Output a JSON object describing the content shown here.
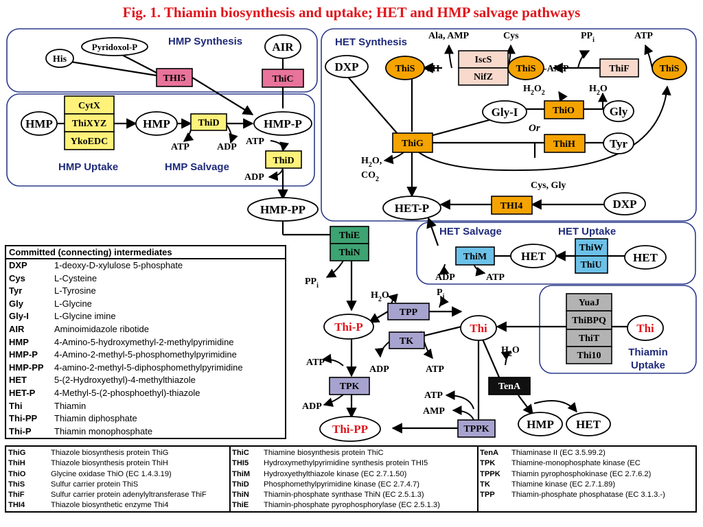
{
  "title": "Fig. 1. Thiamin biosynthesis and uptake; HET and HMP salvage pathways",
  "regions": {
    "hmp_synthesis": "HMP Synthesis",
    "het_synthesis": "HET Synthesis",
    "hmp_uptake": "HMP Uptake",
    "hmp_salvage": "HMP Salvage",
    "het_salvage": "HET Salvage",
    "het_uptake": "HET Uptake",
    "thiamin_uptake_1": "Thiamin",
    "thiamin_uptake_2": "Uptake"
  },
  "metabolites": {
    "his": "His",
    "pyridoxol_p": "Pyridoxol-P",
    "air": "AIR",
    "hmp_ext": "HMP",
    "hmp": "HMP",
    "hmp_p": "HMP-P",
    "hmp_pp": "HMP-PP",
    "dxp": "DXP",
    "dxp2": "DXP",
    "gly_i": "Gly-I",
    "gly": "Gly",
    "tyr": "Tyr",
    "het_p": "HET-P",
    "het": "HET",
    "het_ext": "HET",
    "thi_p": "Thi-P",
    "thi": "Thi",
    "thi_ext": "Thi",
    "thi_pp": "Thi-PP",
    "hmp_out": "HMP",
    "het_out": "HET"
  },
  "enzymes": {
    "thi5": "THI5",
    "thic": "ThiC",
    "cytx": "CytX",
    "thixyz": "ThiXYZ",
    "ykoedc": "YkoEDC",
    "thid1": "ThiD",
    "thid2": "ThiD",
    "iscs": "IscS",
    "nifz": "NifZ",
    "this1": "ThiS",
    "this2": "ThiS",
    "this3": "ThiS",
    "thif": "ThiF",
    "thio": "ThiO",
    "thih": "ThiH",
    "thig": "ThiG",
    "thi4": "THI4",
    "thie": "ThiE",
    "thin": "ThiN",
    "thim": "ThiM",
    "thiw": "ThiW",
    "thiu": "ThiU",
    "yuaj": "YuaJ",
    "thibpq": "ThiBPQ",
    "thit": "ThiT",
    "thi10": "Thi10",
    "tpp": "TPP",
    "tk": "TK",
    "tpk": "TPK",
    "tppk": "TPPK",
    "tena": "TenA"
  },
  "labels": {
    "ala_amp": "Ala, AMP",
    "cys": "Cys",
    "pp_i": "PP",
    "atp_thif": "ATP",
    "sh": "-SH",
    "amp": "-AMP",
    "h2o2": "H",
    "h2o2_2": "2",
    "h2o2_o": "O",
    "h2o2_3": "2",
    "h2o_gly": "H",
    "h2o_gly_2": "2",
    "h2o_gly_o": "O",
    "or": "Or",
    "h2o_co2_a": "H",
    "h2o_co2_b": "2",
    "h2o_co2_c": "O,",
    "co2_a": "CO",
    "co2_b": "2",
    "cys_gly": "Cys, Gly",
    "atp1": "ATP",
    "adp1": "ADP",
    "atp2": "ATP",
    "adp2": "ADP",
    "ppi_thie": "PP",
    "i_sub": "i",
    "adp_thim": "ADP",
    "atp_thim": "ATP",
    "h2o_tpp_a": "H",
    "h2o_tpp_b": "2",
    "h2o_tpp_c": "O",
    "pi_tpp": "P",
    "adp_tk": "ADP",
    "atp_tk": "ATP",
    "atp_tpk": "ATP",
    "adp_tpk": "ADP",
    "atp_tppk": "ATP",
    "amp_tppk": "AMP",
    "h2o_tena_a": "H",
    "h2o_tena_b": "2",
    "h2o_tena_c": "O"
  },
  "committed": {
    "header": "Committed (connecting) intermediates",
    "rows": [
      {
        "abbr": "DXP",
        "name": "1-deoxy-D-xylulose 5-phosphate"
      },
      {
        "abbr": "Cys",
        "name": "L-Cysteine"
      },
      {
        "abbr": "Tyr",
        "name": "L-Tyrosine"
      },
      {
        "abbr": "Gly",
        "name": "L-Glycine"
      },
      {
        "abbr": "Gly-I",
        "name": "L-Glycine imine"
      },
      {
        "abbr": "AIR",
        "name": "Aminoimidazole ribotide"
      },
      {
        "abbr": "HMP",
        "name": "4-Amino-5-hydroxymethyl-2-methylpyrimidine"
      },
      {
        "abbr": "HMP-P",
        "name": "4-Amino-2-methyl-5-phosphomethylpyrimidine"
      },
      {
        "abbr": "HMP-PP",
        "name": "4-amino-2-methyl-5-diphosphomethylpyrimidine"
      },
      {
        "abbr": "HET",
        "name": "5-(2-Hydroxyethyl)-4-methylthiazole"
      },
      {
        "abbr": "HET-P",
        "name": "4-Methyl-5-(2-phosphoethyl)-thiazole"
      },
      {
        "abbr": "Thi",
        "name": "Thiamin"
      },
      {
        "abbr": "Thi-PP",
        "name": "Thiamin diphosphate"
      },
      {
        "abbr": "Thi-P",
        "name": "Thiamin monophosphate"
      }
    ]
  },
  "legend": {
    "col1": [
      {
        "abbr": "ThiG",
        "name": "Thiazole biosynthesis protein ThiG"
      },
      {
        "abbr": "ThiH",
        "name": "Thiazole biosynthesis protein ThiH"
      },
      {
        "abbr": "ThiO",
        "name": "Glycine oxidase ThiO (EC 1.4.3.19)"
      },
      {
        "abbr": "ThiS",
        "name": "Sulfur carrier protein ThiS"
      },
      {
        "abbr": "ThiF",
        "name": "Sulfur carrier protein adenylyltransferase ThiF"
      },
      {
        "abbr": "THI4",
        "name": "Thiazole biosynthetic enzyme Thi4"
      }
    ],
    "col2": [
      {
        "abbr": "ThiC",
        "name": "Thiamine biosynthesis protein ThiC"
      },
      {
        "abbr": "THI5",
        "name": "Hydroxymethylpyrimidine synthesis protein THI5"
      },
      {
        "abbr": "ThiM",
        "name": "Hydroxyethylthiazole kinase (EC 2.7.1.50)"
      },
      {
        "abbr": "ThiD",
        "name": "Phosphomethylpyrimidine kinase (EC 2.7.4.7)"
      },
      {
        "abbr": "ThiN",
        "name": "Thiamin-phosphate synthase ThiN (EC 2.5.1.3)"
      },
      {
        "abbr": "ThiE",
        "name": "Thiamin-phosphate pyrophosphorylase (EC 2.5.1.3)"
      }
    ],
    "col3": [
      {
        "abbr": "TenA",
        "name": "Thiaminase II (EC 3.5.99.2)"
      },
      {
        "abbr": "TPK",
        "name": "Thiamine-monophosphate kinase (EC"
      },
      {
        "abbr": "TPPK",
        "name": "Thiamin pyrophosphokinase (EC 2.7.6.2)"
      },
      {
        "abbr": "TK",
        "name": "Thiamine kinase (EC 2.7.1.89)"
      },
      {
        "abbr": "TPP",
        "name": "Thiamin-phosphate phosphatase (EC 3.1.3.-)"
      }
    ]
  },
  "colors": {
    "title": "#e0151b",
    "region_text": "#1f2a7a",
    "region_border": "#2b3a8c",
    "pink": "#e8739b",
    "yellow": "#fff27a",
    "peach": "#f8d9cc",
    "orange": "#f5a300",
    "green": "#3ea372",
    "blue": "#6cc1e8",
    "gray": "#b3b3b3",
    "lavender": "#a7a3cf",
    "black": "#111111",
    "thiamin_red": "#e0151b"
  }
}
